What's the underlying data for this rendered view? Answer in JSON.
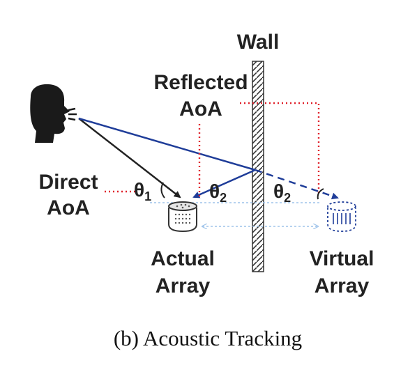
{
  "labels": {
    "wall": "Wall",
    "reflected_line1": "Reflected",
    "reflected_line2": "AoA",
    "direct_line1": "Direct",
    "direct_line2": "AoA",
    "actual_line1": "Actual",
    "actual_line2": "Array",
    "virtual_line1": "Virtual",
    "virtual_line2": "Array"
  },
  "angles": {
    "theta1": {
      "symbol": "θ",
      "sub": "1"
    },
    "theta2_left": {
      "symbol": "θ",
      "sub": "2"
    },
    "theta2_right": {
      "symbol": "θ",
      "sub": "2"
    }
  },
  "caption": "(b) Acoustic Tracking",
  "colors": {
    "direct_path": "#222222",
    "reflected_path": "#1f3d99",
    "aoa_markers": "#e0202a",
    "mirror_guides": "#9ec3ea",
    "wall": "#333333"
  },
  "icons": {
    "speaker": "speaking-head-icon",
    "actual_array": "microphone-array-icon",
    "virtual_array": "virtual-microphone-array-icon"
  }
}
